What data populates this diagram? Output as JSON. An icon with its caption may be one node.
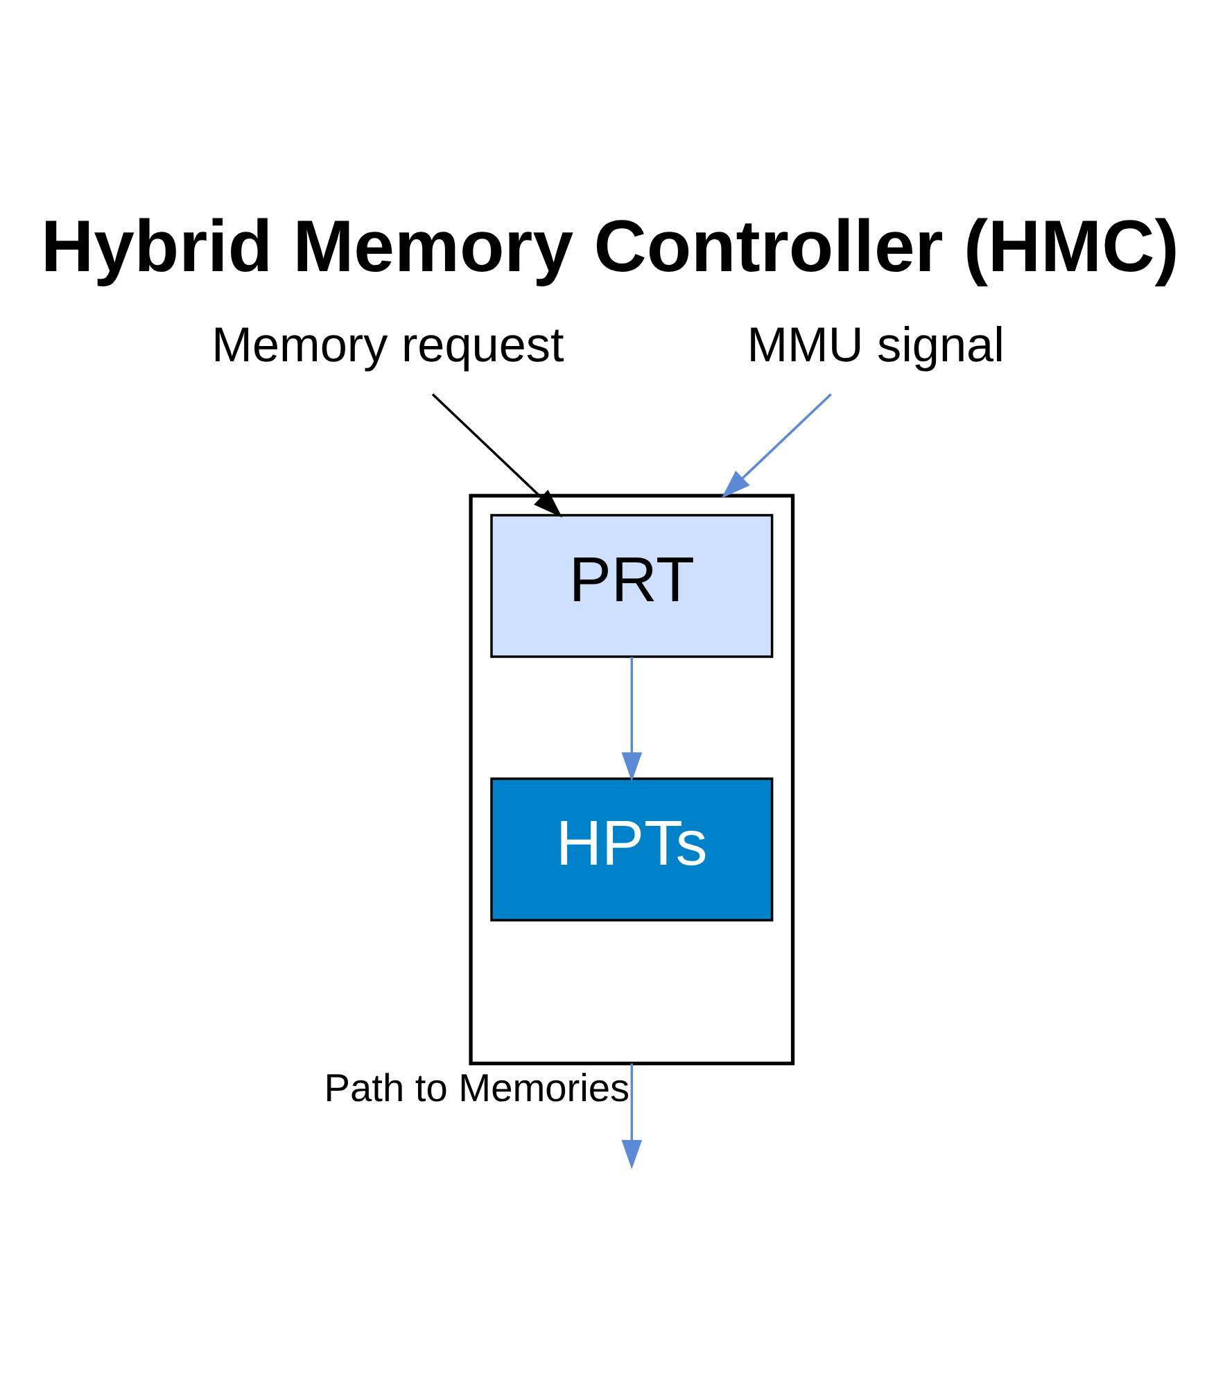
{
  "diagram": {
    "title": "Hybrid Memory Controller (HMC)",
    "nodes": [
      {
        "text": [],
        "shape": "box"
      },
      {
        "text": [
          "PRT"
        ],
        "in": 0
      },
      {
        "text": [
          "HPTs"
        ],
        "in": 0
      },
      {
        "text": [
          "Memory request"
        ]
      },
      {
        "text": [
          "MMU signal"
        ]
      }
    ],
    "edges": [
      {
        "from": 3,
        "to": 1,
        "arrow": "to",
        "color": "#000000"
      },
      {
        "from": 4,
        "to": 0,
        "arrow": "to"
      },
      {
        "from": 1,
        "to": 2,
        "arrow": "to"
      },
      {
        "from": 0,
        "to": null,
        "arrow": "to",
        "label": "Path to Memories"
      }
    ]
  }
}
